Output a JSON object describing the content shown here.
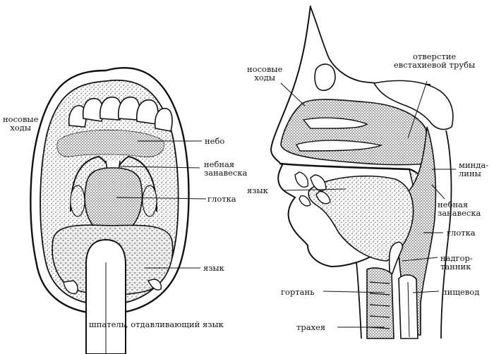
{
  "front_view": {
    "label_nasal": [
      "носовые",
      "ходы"
    ],
    "label_palate": "небо",
    "label_velum": [
      "небная",
      "занавеска"
    ],
    "label_pharynx": "глотка",
    "label_tongue": "язык",
    "label_spatula": "шпатель, отдавливающий язык"
  },
  "side_view": {
    "label_nasal": [
      "носовые",
      "ходы"
    ],
    "label_eustachian": [
      "отверстие",
      "евстахиевой трубы"
    ],
    "label_tonsils": [
      "минда-",
      "лины"
    ],
    "label_velum": [
      "небная",
      "занавеска"
    ],
    "label_tongue": "язык",
    "label_pharynx": "глотка",
    "label_epiglottis": [
      "надгор-",
      "танник"
    ],
    "label_larynx": "гортань",
    "label_esophagus": "пищевод",
    "label_trachea": "трахея"
  }
}
